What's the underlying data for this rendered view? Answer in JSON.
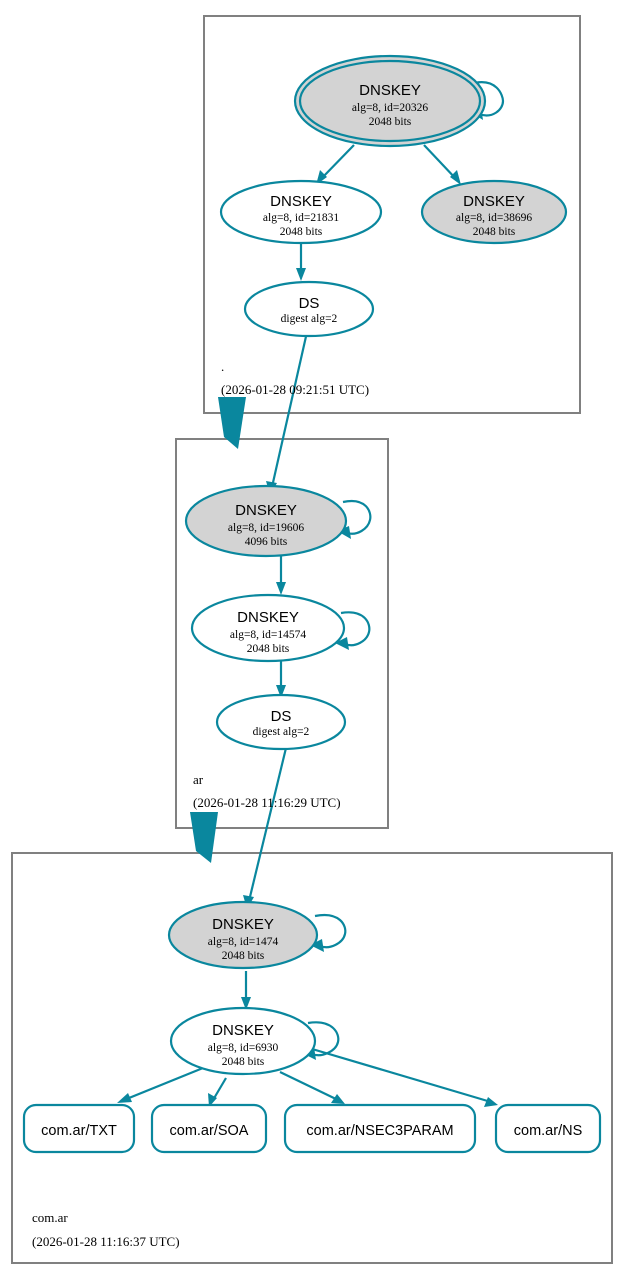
{
  "diagram": {
    "type": "dnssec-chain-of-trust",
    "colors": {
      "edge": "#0a879e",
      "node_stroke": "#0a879e",
      "secure_fill": "#d3d3d3",
      "plain_fill": "#ffffff",
      "zone_border": "#808080"
    }
  },
  "zones": [
    {
      "name": ".",
      "timestamp": "(2026-01-28 09:21:51 UTC)",
      "nodes": {
        "ksk": {
          "kind": "DNSKEY",
          "title": "DNSKEY",
          "line2": "alg=8, id=20326",
          "line3": "2048 bits",
          "fill": "grey",
          "trust_anchor": true
        },
        "zsk": {
          "kind": "DNSKEY",
          "title": "DNSKEY",
          "line2": "alg=8, id=21831",
          "line3": "2048 bits",
          "fill": "white",
          "trust_anchor": false
        },
        "extra_key": {
          "kind": "DNSKEY",
          "title": "DNSKEY",
          "line2": "alg=8, id=38696",
          "line3": "2048 bits",
          "fill": "grey",
          "trust_anchor": false
        },
        "ds": {
          "kind": "DS",
          "title": "DS",
          "line2": "digest alg=2",
          "line3": "",
          "fill": "white",
          "trust_anchor": false
        }
      }
    },
    {
      "name": "ar",
      "timestamp": "(2026-01-28 11:16:29 UTC)",
      "nodes": {
        "ksk": {
          "kind": "DNSKEY",
          "title": "DNSKEY",
          "line2": "alg=8, id=19606",
          "line3": "4096 bits",
          "fill": "grey",
          "trust_anchor": false
        },
        "zsk": {
          "kind": "DNSKEY",
          "title": "DNSKEY",
          "line2": "alg=8, id=14574",
          "line3": "2048 bits",
          "fill": "white",
          "trust_anchor": false
        },
        "ds": {
          "kind": "DS",
          "title": "DS",
          "line2": "digest alg=2",
          "line3": "",
          "fill": "white",
          "trust_anchor": false
        }
      }
    },
    {
      "name": "com.ar",
      "timestamp": "(2026-01-28 11:16:37 UTC)",
      "nodes": {
        "ksk": {
          "kind": "DNSKEY",
          "title": "DNSKEY",
          "line2": "alg=8, id=1474",
          "line3": "2048 bits",
          "fill": "grey",
          "trust_anchor": false
        },
        "zsk": {
          "kind": "DNSKEY",
          "title": "DNSKEY",
          "line2": "alg=8, id=6930",
          "line3": "2048 bits",
          "fill": "white",
          "trust_anchor": false
        }
      },
      "rrsets": [
        {
          "label": "com.ar/TXT"
        },
        {
          "label": "com.ar/SOA"
        },
        {
          "label": "com.ar/NSEC3PARAM"
        },
        {
          "label": "com.ar/NS"
        }
      ]
    }
  ]
}
